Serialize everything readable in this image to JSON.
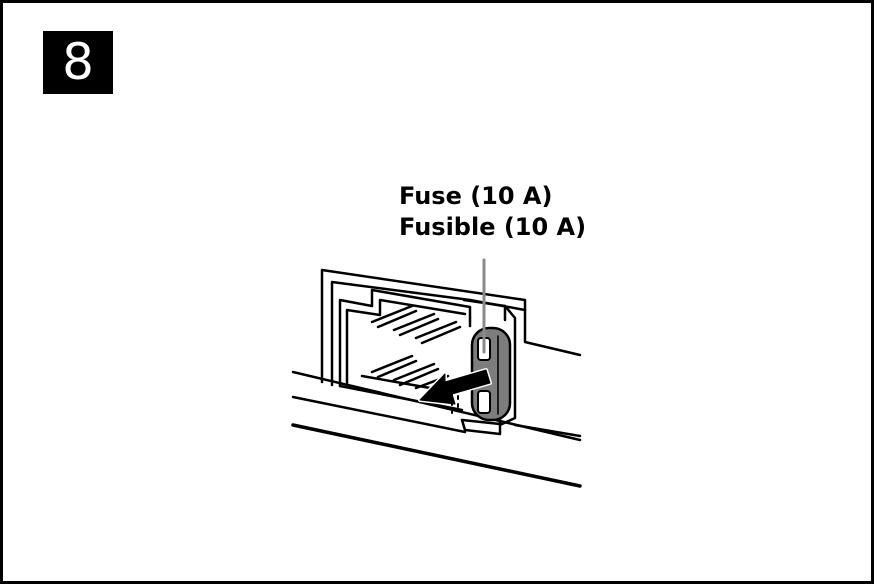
{
  "step": {
    "number": "8"
  },
  "callout": {
    "label_en": "Fuse (10 A)",
    "label_fr": "Fusible (10 A)"
  },
  "colors": {
    "ink": "#000000",
    "fuse_body": "#7d7d7d",
    "leader_line": "#8a8a8a",
    "background": "#ffffff"
  },
  "icons": {
    "pull_arrow": "arrow-left-icon"
  }
}
